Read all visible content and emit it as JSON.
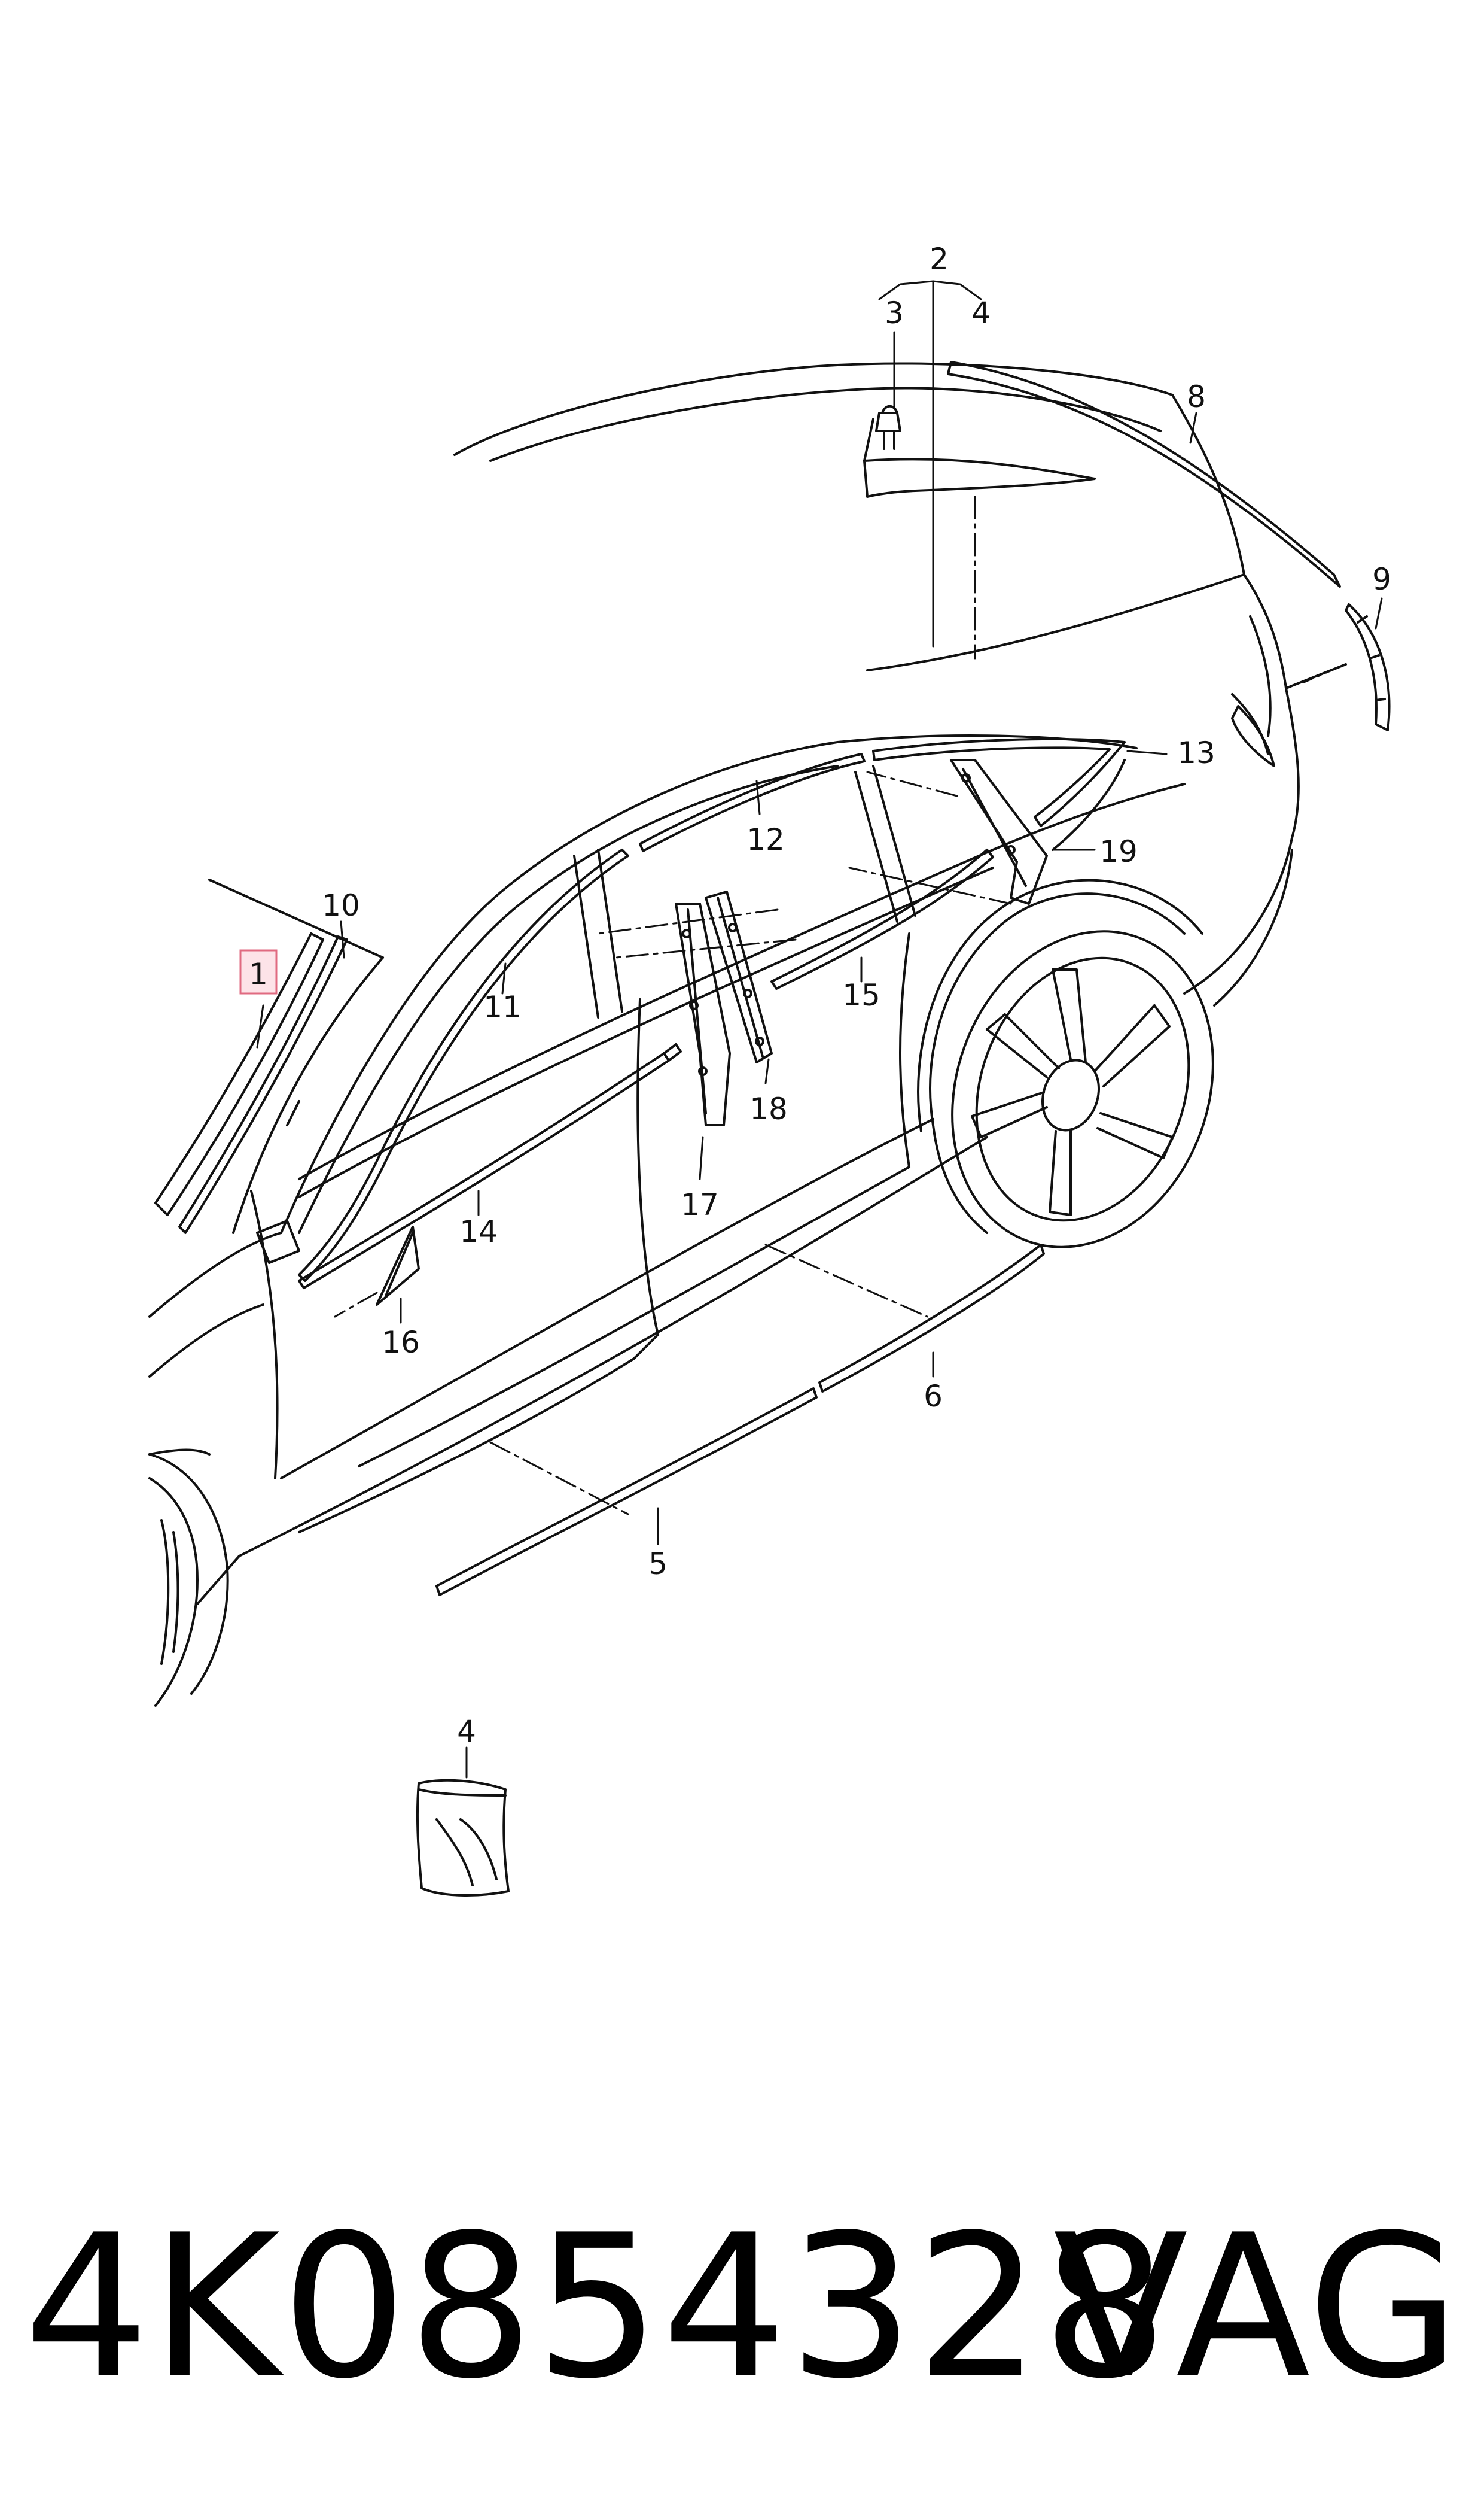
{
  "callouts": [
    "1",
    "2",
    "3",
    "4",
    "8",
    "9",
    "10",
    "11",
    "12",
    "13",
    "14",
    "15",
    "16",
    "17",
    "18",
    "19",
    "5",
    "6",
    "4"
  ],
  "footer": {
    "part_number": "4K0854328",
    "brand": "VAG"
  },
  "colors": {
    "line": "#111111",
    "highlight_fill": "#fde3e8",
    "highlight_stroke": "#e06a80"
  }
}
